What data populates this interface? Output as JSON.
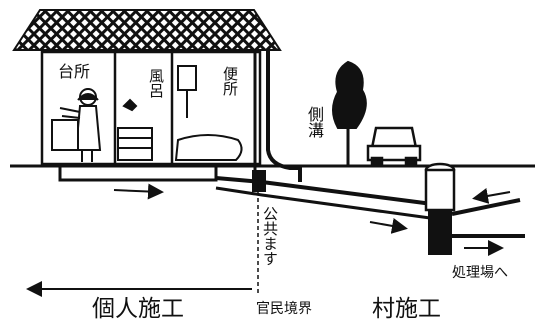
{
  "labels": {
    "kitchen": "台所",
    "bath": "風呂",
    "toilet": "便所",
    "gutter": "側溝",
    "public_basin": "公共ます",
    "treatment_plant": "処理場へ",
    "private_work": "個人施工",
    "boundary": "官民境界",
    "village_work": "村施工"
  },
  "colors": {
    "ink": "#111111",
    "paper": "#ffffff"
  }
}
